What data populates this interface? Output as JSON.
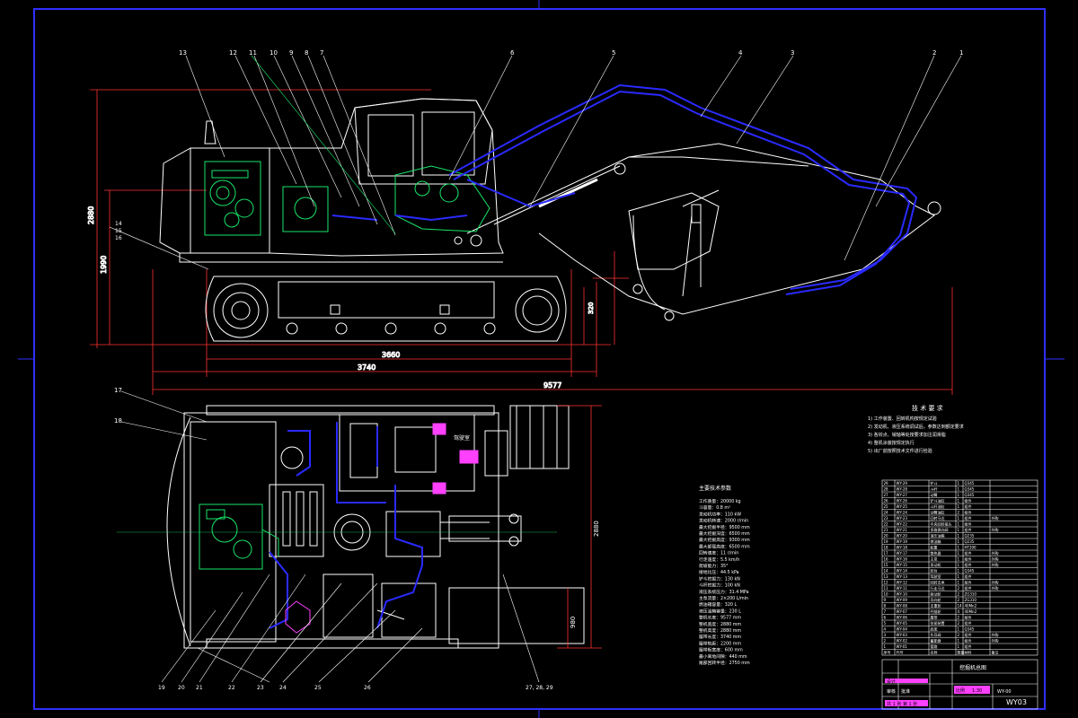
{
  "colors": {
    "background": "#000000",
    "outline": "#ffffff",
    "dimension": "#ff3030",
    "hydraulic": "#2a2aff",
    "engine": "#19e66a",
    "sheet_border": "#3030ff",
    "cab_panel": "#ff40ff"
  },
  "dimensions": {
    "track_length": "3660",
    "track_span": "3740",
    "overall_length": "9577",
    "total_height": "2880",
    "cab_height": "1990",
    "track_height": "320",
    "top_width": "2880",
    "rear_width": "980"
  },
  "balloons_side": [
    "13",
    "12",
    "11",
    "10",
    "9",
    "8",
    "7",
    "6",
    "5",
    "4",
    "3",
    "2",
    "1"
  ],
  "balloons_left": [
    "14",
    "15",
    "16",
    "17",
    "18"
  ],
  "balloons_bottom": [
    "19",
    "20",
    "21",
    "22",
    "23",
    "24",
    "25",
    "26"
  ],
  "balloon_bottom_long": "27, 28, 29",
  "plan_label_room": "驾驶室",
  "tech_requirements": {
    "title": "技 术 要 求",
    "items": [
      "1) 工作装置、回转机构按规定试验",
      "2) 发动机、液压系统调试后，参数达到额定要求",
      "3) 各铰点、销轴等处按要求加注润滑脂",
      "4) 整机涂装按规定执行",
      "5) 出厂前按照技术文件进行检验"
    ]
  },
  "spec_title": "主要技术参数",
  "spec_lines": [
    "工作质量：20000 kg",
    "斗容量：0.8 m³",
    "发动机功率：110 kW",
    "发动机转速：2000 r/min",
    "最大挖掘半径：9500 mm",
    "最大挖掘深度：6500 mm",
    "最大挖掘高度：9300 mm",
    "最大卸载高度：6500 mm",
    "回转速度：11 r/min",
    "行走速度：5.5 km/h",
    "爬坡能力：35°",
    "接地比压：44.5 kPa",
    "铲斗挖掘力：130 kN",
    "斗杆挖掘力：100 kN",
    "液压系统压力：31.4 MPa",
    "主泵流量：2×200 L/min",
    "燃油箱容量：320 L",
    "液压油箱容量：230 L",
    "整机长度：9577 mm",
    "整机宽度：2880 mm",
    "整机高度：2880 mm",
    "履带长度：3740 mm",
    "履带轨距：2200 mm",
    "履带板宽度：600 mm",
    "最小离地间隙：440 mm",
    "尾部回转半径：2750 mm"
  ],
  "title_block": {
    "drawing_name": "挖掘机总图",
    "drawing_no": "WY-00",
    "scale_label": "比例",
    "scale_value": "1:30",
    "sheet_label": "共 1 张 第 1 张",
    "designer_label": "设计",
    "checker_label": "审核",
    "approve_label": "批准",
    "company": "WY03"
  },
  "bom": {
    "headers": [
      "序号",
      "代号",
      "名称",
      "数量",
      "材料",
      "备注"
    ],
    "rows": [
      [
        "29",
        "WY-29",
        "铲斗",
        "1",
        "Q345",
        ""
      ],
      [
        "28",
        "WY-28",
        "斗杆",
        "1",
        "Q345",
        ""
      ],
      [
        "27",
        "WY-27",
        "动臂",
        "1",
        "Q345",
        ""
      ],
      [
        "26",
        "WY-26",
        "铲斗油缸",
        "1",
        "组件",
        ""
      ],
      [
        "25",
        "WY-25",
        "斗杆油缸",
        "1",
        "组件",
        ""
      ],
      [
        "24",
        "WY-24",
        "动臂油缸",
        "2",
        "组件",
        ""
      ],
      [
        "23",
        "WY-23",
        "回转马达",
        "1",
        "组件",
        "外购"
      ],
      [
        "22",
        "WY-22",
        "中央回转接头",
        "1",
        "组件",
        ""
      ],
      [
        "21",
        "WY-21",
        "多路换向阀",
        "1",
        "组件",
        "外购"
      ],
      [
        "20",
        "WY-20",
        "液压油箱",
        "1",
        "Q235",
        ""
      ],
      [
        "19",
        "WY-19",
        "燃油箱",
        "1",
        "Q235",
        ""
      ],
      [
        "18",
        "WY-18",
        "配重",
        "1",
        "HT200",
        ""
      ],
      [
        "17",
        "WY-17",
        "散热器",
        "1",
        "组件",
        "外购"
      ],
      [
        "16",
        "WY-16",
        "主泵",
        "1",
        "组件",
        "外购"
      ],
      [
        "15",
        "WY-15",
        "发动机",
        "1",
        "组件",
        "外购"
      ],
      [
        "14",
        "WY-14",
        "转台",
        "1",
        "Q345",
        ""
      ],
      [
        "13",
        "WY-13",
        "驾驶室",
        "1",
        "组件",
        ""
      ],
      [
        "12",
        "WY-12",
        "回转支承",
        "1",
        "组件",
        "外购"
      ],
      [
        "11",
        "WY-11",
        "行走马达",
        "2",
        "组件",
        "外购"
      ],
      [
        "10",
        "WY-10",
        "驱动轮",
        "2",
        "ZG310",
        ""
      ],
      [
        "9",
        "WY-09",
        "导向轮",
        "2",
        "ZG310",
        ""
      ],
      [
        "8",
        "WY-08",
        "支重轮",
        "14",
        "40Mn2",
        ""
      ],
      [
        "7",
        "WY-07",
        "托链轮",
        "4",
        "40Mn2",
        ""
      ],
      [
        "6",
        "WY-06",
        "履带",
        "2",
        "组件",
        ""
      ],
      [
        "5",
        "WY-05",
        "张紧装置",
        "2",
        "组件",
        ""
      ],
      [
        "4",
        "WY-04",
        "底架",
        "1",
        "Q345",
        ""
      ],
      [
        "3",
        "WY-03",
        "先导阀",
        "2",
        "组件",
        "外购"
      ],
      [
        "2",
        "WY-02",
        "蓄能器",
        "1",
        "组件",
        "外购"
      ],
      [
        "1",
        "WY-01",
        "管路",
        "1",
        "组件",
        ""
      ]
    ]
  }
}
